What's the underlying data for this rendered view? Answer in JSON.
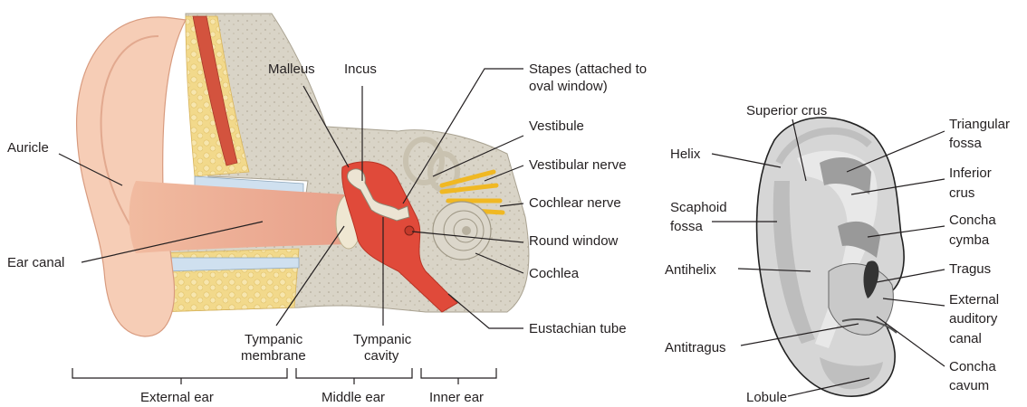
{
  "left_diagram": {
    "labels": {
      "auricle": "Auricle",
      "ear_canal": "Ear canal",
      "malleus": "Malleus",
      "incus": "Incus",
      "stapes_1": "Stapes (attached to",
      "stapes_2": "oval window)",
      "vestibule": "Vestibule",
      "vestibular_nerve": "Vestibular nerve",
      "cochlear_nerve": "Cochlear nerve",
      "round_window": "Round window",
      "cochlea": "Cochlea",
      "eustachian_tube": "Eustachian tube",
      "tympanic_membrane_1": "Tympanic",
      "tympanic_membrane_2": "membrane",
      "tympanic_cavity_1": "Tympanic",
      "tympanic_cavity_2": "cavity"
    },
    "regions": {
      "external": "External ear",
      "middle": "Middle ear",
      "inner": "Inner ear"
    }
  },
  "right_diagram": {
    "labels": {
      "superior_crus": "Superior crus",
      "helix": "Helix",
      "scaphoid_1": "Scaphoid",
      "scaphoid_2": "fossa",
      "antihelix": "Antihelix",
      "antitragus": "Antitragus",
      "lobule": "Lobule",
      "triangular_1": "Triangular",
      "triangular_2": "fossa",
      "inferior_1": "Inferior",
      "inferior_2": "crus",
      "cymba_1": "Concha",
      "cymba_2": "cymba",
      "tragus": "Tragus",
      "eac_1": "External",
      "eac_2": "auditory",
      "eac_3": "canal",
      "cavum_1": "Concha",
      "cavum_2": "cavum"
    }
  },
  "colors": {
    "skin": "#f4c7ad",
    "skin_dark": "#e8a98b",
    "bone": "#d6d2c6",
    "fat": "#f2d98b",
    "muscle": "#d3533e",
    "middle_ear_red": "#e04a3a",
    "nerve": "#f6c230",
    "pinna_gray": "#d9d9d9",
    "pinna_dark": "#9c9c9c"
  }
}
